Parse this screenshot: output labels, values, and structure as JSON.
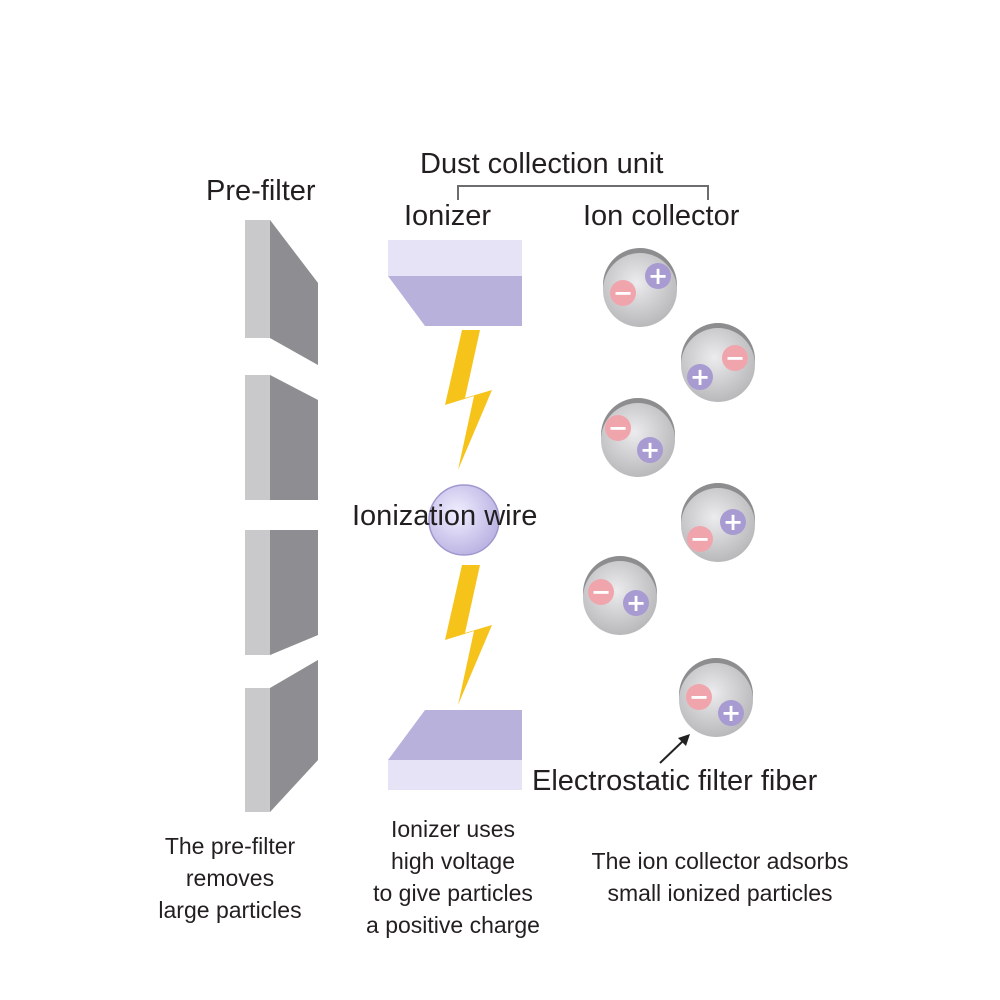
{
  "labels": {
    "dust_collection_unit": "Dust collection unit",
    "pre_filter": "Pre-filter",
    "ionizer": "Ionizer",
    "ion_collector": "Ion collector",
    "ionization_wire": "Ionization wire",
    "electrostatic_filter_fiber": "Electrostatic filter fiber"
  },
  "captions": {
    "pre_filter": [
      "The pre-filter",
      "removes",
      "large particles"
    ],
    "ionizer": [
      "Ionizer uses",
      "high voltage",
      "to give particles",
      "a positive charge"
    ],
    "ion_collector": [
      "The ion collector adsorbs",
      "small ionized particles"
    ]
  },
  "signs": {
    "plus": "+",
    "minus": "−"
  },
  "colors": {
    "text": "#231f20",
    "filter_front": "#c9c9cb",
    "filter_side": "#8e8e92",
    "plate_top": "#e6e3f6",
    "plate_side": "#b7b1dc",
    "lightning": "#f6c31a",
    "particle": "#cfcfd1",
    "positive_charge": "#a79bd1",
    "negative_charge": "#f0a5ad"
  }
}
